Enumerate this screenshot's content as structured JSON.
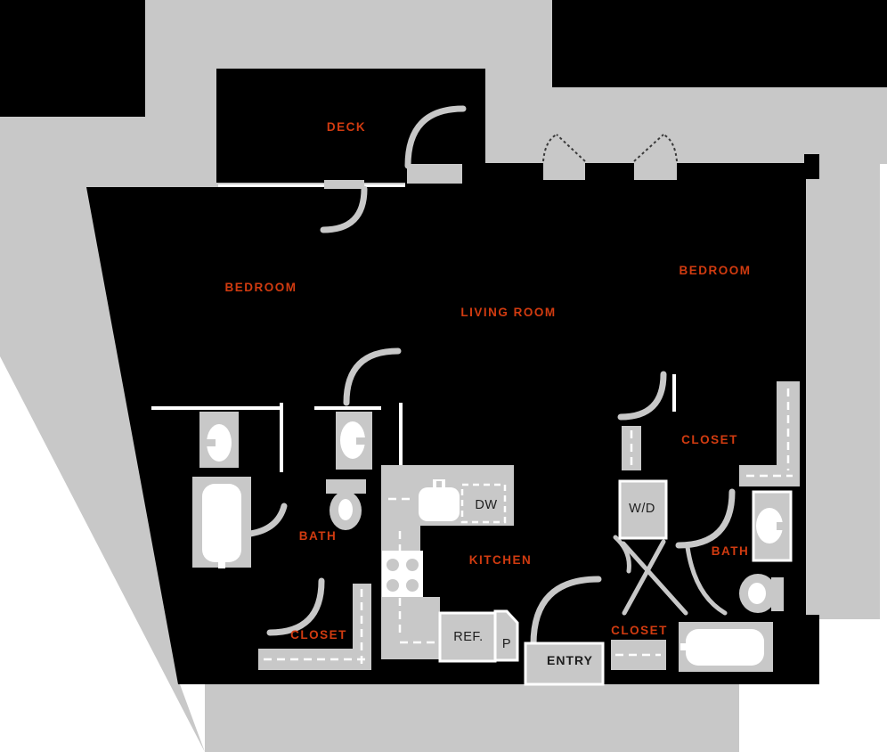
{
  "plan": {
    "name": "apartment-floor-plan",
    "colors": {
      "background": "#ffffff",
      "surround": "#c8c8c8",
      "walls": "#000000",
      "fixture": "#c8c8c8",
      "label": "#d13b10",
      "dark_label": "#1d1d1d"
    },
    "rooms": {
      "deck": "DECK",
      "bedroom_left": "BEDROOM",
      "living_room": "LIVING ROOM",
      "bedroom_right": "BEDROOM",
      "bath_left": "BATH",
      "bath_right": "BATH",
      "closet_left": "CLOSET",
      "closet_right": "CLOSET",
      "closet_entry": "CLOSET",
      "kitchen": "KITCHEN",
      "entry": "ENTRY"
    },
    "fixtures": {
      "washer_dryer": "W/D",
      "dishwasher": "DW",
      "refrigerator": "REF.",
      "pantry": "P"
    }
  }
}
